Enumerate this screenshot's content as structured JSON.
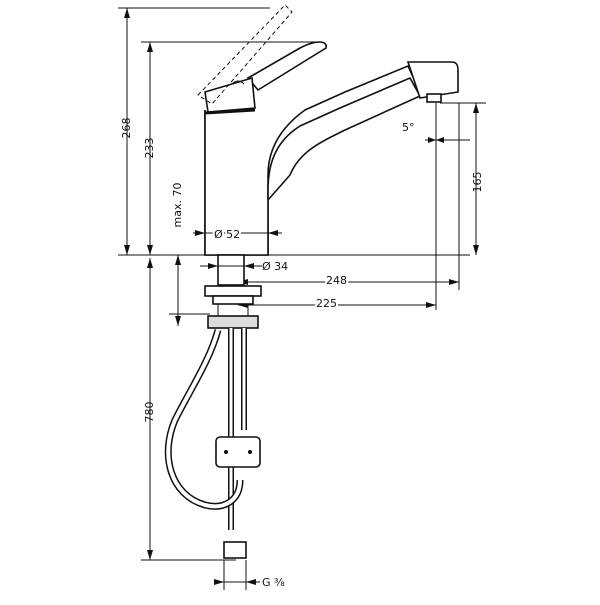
{
  "figure": {
    "dimensions": {
      "overall_height": "268",
      "lever_height": "233",
      "max_thickness": "max. 70",
      "base_diameter": "Ø 52",
      "shank_diameter": "Ø 34",
      "outlet_reach": "248",
      "reach_to_spray": "225",
      "spout_height": "165",
      "angle": "5°",
      "hose_length": "780",
      "thread": "G ⅜"
    }
  }
}
